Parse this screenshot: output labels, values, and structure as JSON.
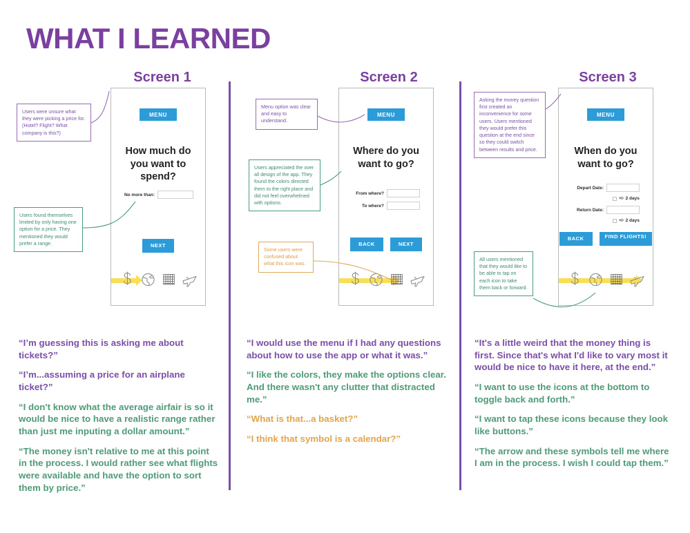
{
  "page": {
    "title": "WHAT I LEARNED"
  },
  "colors": {
    "purple": "#7b3fa0",
    "purple_text": "#7b4ea8",
    "green": "#4f9a78",
    "orange": "#e3a44c",
    "button_blue": "#2b9cd8",
    "arrow_yellow": "#f9df55",
    "phone_border": "#b9b9b9"
  },
  "columns": [
    {
      "heading": "Screen 1",
      "phone": {
        "menu_label": "MENU",
        "question": "How much do you want to spend?",
        "fields": [
          {
            "label": "No more than:",
            "value": ""
          }
        ],
        "checkboxes": [],
        "buttons": [
          {
            "label": "NEXT"
          }
        ],
        "icons": [
          "dollar-icon",
          "globe-icon",
          "calendar-icon",
          "airplane-icon"
        ],
        "progress_step": 1
      },
      "callouts": [
        {
          "type": "purple",
          "text": "Users were unsure what they were picking a price for. (Hotel? Flight? What company is this?)"
        },
        {
          "type": "green",
          "text": "Users found themselves limited by only having one option for a price. They mentioned they would prefer a range."
        }
      ],
      "quotes": [
        {
          "type": "purple",
          "text": "“I’m guessing this is asking me about tickets?”"
        },
        {
          "type": "purple",
          "text": "“I’m...assuming a price for an airplane ticket?”"
        },
        {
          "type": "green",
          "text": "“I don't know what the average airfair is so it would be nice to have a realistic range rather than just me inputing a dollar amount.”"
        },
        {
          "type": "green",
          "text": "“The money isn't relative to me at this point in the process. I would rather see what flights were available and have the option to sort them by price.”"
        }
      ]
    },
    {
      "heading": "Screen 2",
      "phone": {
        "menu_label": "MENU",
        "question": "Where do you want to go?",
        "fields": [
          {
            "label": "From where?",
            "value": ""
          },
          {
            "label": "To where?",
            "value": ""
          }
        ],
        "checkboxes": [],
        "buttons": [
          {
            "label": "BACK"
          },
          {
            "label": "NEXT"
          }
        ],
        "icons": [
          "dollar-icon",
          "globe-icon",
          "calendar-icon",
          "airplane-icon"
        ],
        "progress_step": 2
      },
      "callouts": [
        {
          "type": "purple",
          "text": "Menu option was clear and easy to understand."
        },
        {
          "type": "green",
          "text": "Users appreciated the over all design of the app. They found the colors directed them to the right place and did not feel overwhelmed with options."
        },
        {
          "type": "orange",
          "text": "Some users were confused about what this icon was."
        }
      ],
      "quotes": [
        {
          "type": "purple",
          "text": "“I would use the menu if I had any questions about how to use the app or what it was.”"
        },
        {
          "type": "green",
          "text": "“I like the colors, they make the options clear. And there wasn't any clutter that distracted me.”"
        },
        {
          "type": "orange",
          "text": "“What is that...a basket?”"
        },
        {
          "type": "orange",
          "text": "“I think that symbol is a calendar?”"
        }
      ]
    },
    {
      "heading": "Screen 3",
      "phone": {
        "menu_label": "MENU",
        "question": "When do you want to go?",
        "fields": [
          {
            "label": "Depart Date:",
            "value": ""
          },
          {
            "label": "Return Date:",
            "value": ""
          }
        ],
        "checkboxes": [
          {
            "label": "+/- 2 days",
            "checked": false
          },
          {
            "label": "+/- 2 days",
            "checked": false
          }
        ],
        "buttons": [
          {
            "label": "BACK"
          },
          {
            "label": "FIND FLIGHTS!"
          }
        ],
        "icons": [
          "dollar-icon",
          "globe-icon",
          "calendar-icon",
          "airplane-icon"
        ],
        "progress_step": 3
      },
      "callouts": [
        {
          "type": "purple",
          "text": "Asking the money question first created an inconvenience for some users. Users mentioned they would prefer this question at the end since so they could switch between results and price."
        },
        {
          "type": "green",
          "text": "All users mentioned that they would like to be able to tap on each icon to take them back or forward."
        }
      ],
      "quotes": [
        {
          "type": "purple",
          "text": "“It's a little weird that the money thing is first. Since that's what I'd like to vary most it would be nice to have it here, at the end.”"
        },
        {
          "type": "green",
          "text": "“I want to use the icons at the bottom to toggle back and forth.”"
        },
        {
          "type": "green",
          "text": "“I want to tap these icons because they look like buttons.”"
        },
        {
          "type": "green",
          "text": "“The arrow and these symbols tell me where I am in the process. I wish I could tap them.”"
        }
      ]
    }
  ]
}
